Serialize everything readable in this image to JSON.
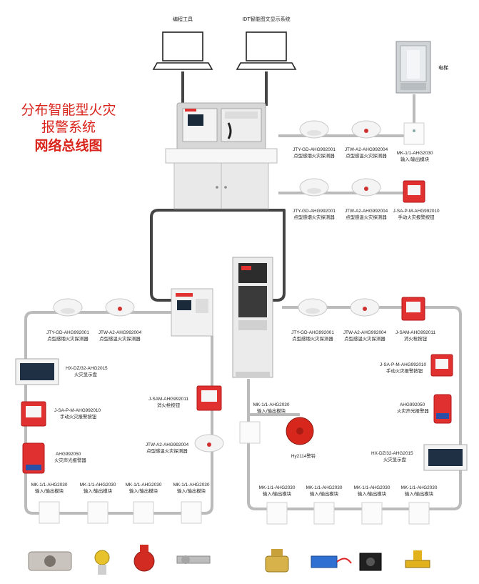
{
  "title": {
    "line1": "分布智能型火灾",
    "line2": "报警系统",
    "line3": "网络总线图"
  },
  "top": {
    "laptop1": "编程工具",
    "laptop2": "IDT智能图文显示系统",
    "elevator": "电梯"
  },
  "row1": {
    "smoke_model": "JTY-GD-AHG992001",
    "smoke_name": "点型感烟火灾探测器",
    "heat_model": "JTW-A2-AHG992004",
    "heat_name": "点型感温火灾探测器",
    "module_model": "MK-1/1-AHG2030",
    "module_name": "输入/输出模块"
  },
  "row2": {
    "smoke_model": "JTY-GD-AHG992001",
    "smoke_name": "点型感烟火灾探测器",
    "heat_model": "JTW-A2-AHG992004",
    "heat_name": "点型感温火灾探测器",
    "button_model": "J-SA-P-M-AHG992010",
    "button_name": "手动火灾报警按钮"
  },
  "left_loop": {
    "smoke_model": "JTY-GD-AHG992001",
    "smoke_name": "点型感烟火灾探测器",
    "heat_model": "JTW-A2-AHG992004",
    "heat_name": "点型感温火灾探测器",
    "display_model": "HX-DZ/32-AHG2015",
    "display_name": "火灾显示盘",
    "button_model": "J-SA-P-M-AHG992010",
    "button_name": "手动火灾报警按钮",
    "alarm_model": "AHG992050",
    "alarm_name": "火灾声光报警器",
    "hydrant_model": "J-SAM-AHG992011",
    "hydrant_name": "消火栓按钮",
    "heat2_model": "JTW-A2-AHG992004",
    "heat2_name": "点型感温火灾探测器",
    "modules": [
      {
        "model": "MK-1/1-AHG2030",
        "name": "输入/输出模块"
      },
      {
        "model": "MK-1/1-AHG2030",
        "name": "输入/输出模块"
      },
      {
        "model": "MK-1/1-AHG2030",
        "name": "输入/输出模块"
      },
      {
        "model": "MK-1/1-AHG2030",
        "name": "输入/输出模块"
      }
    ]
  },
  "right_loop": {
    "smoke_model": "JTY-GD-AHG992001",
    "smoke_name": "点型感烟火灾探测器",
    "heat_model": "JTW-A2-AHG992004",
    "heat_name": "点型感温火灾探测器",
    "hydrant_model": "J-SAM-AHG992011",
    "hydrant_name": "消火栓按钮",
    "button_model": "J-SA-P-M-AHG992010",
    "button_name": "手动火灾报警按钮",
    "alarm_model": "AHG992050",
    "alarm_name": "火灾声光报警器",
    "display_model": "HX-DZ/32-AHG2015",
    "display_name": "火灾显示盘",
    "center_module_model": "MK-1/1-AHG2030",
    "center_module_name": "输入/输出模块",
    "bell_label": "Hy2114警铃",
    "modules": [
      {
        "model": "MK-1/1-AHG2030",
        "name": "输入/输出模块"
      },
      {
        "model": "MK-1/1-AHG2030",
        "name": "输入/输出模块"
      },
      {
        "model": "MK-1/1-AHG2030",
        "name": "输入/输出模块"
      },
      {
        "model": "MK-1/1-AHG2030",
        "name": "输入/输出模块"
      }
    ]
  },
  "colors": {
    "title_red": "#d9241c",
    "device_red": "#e03030",
    "bus_light": "#bbbbbb",
    "bus_dark": "#444444"
  }
}
